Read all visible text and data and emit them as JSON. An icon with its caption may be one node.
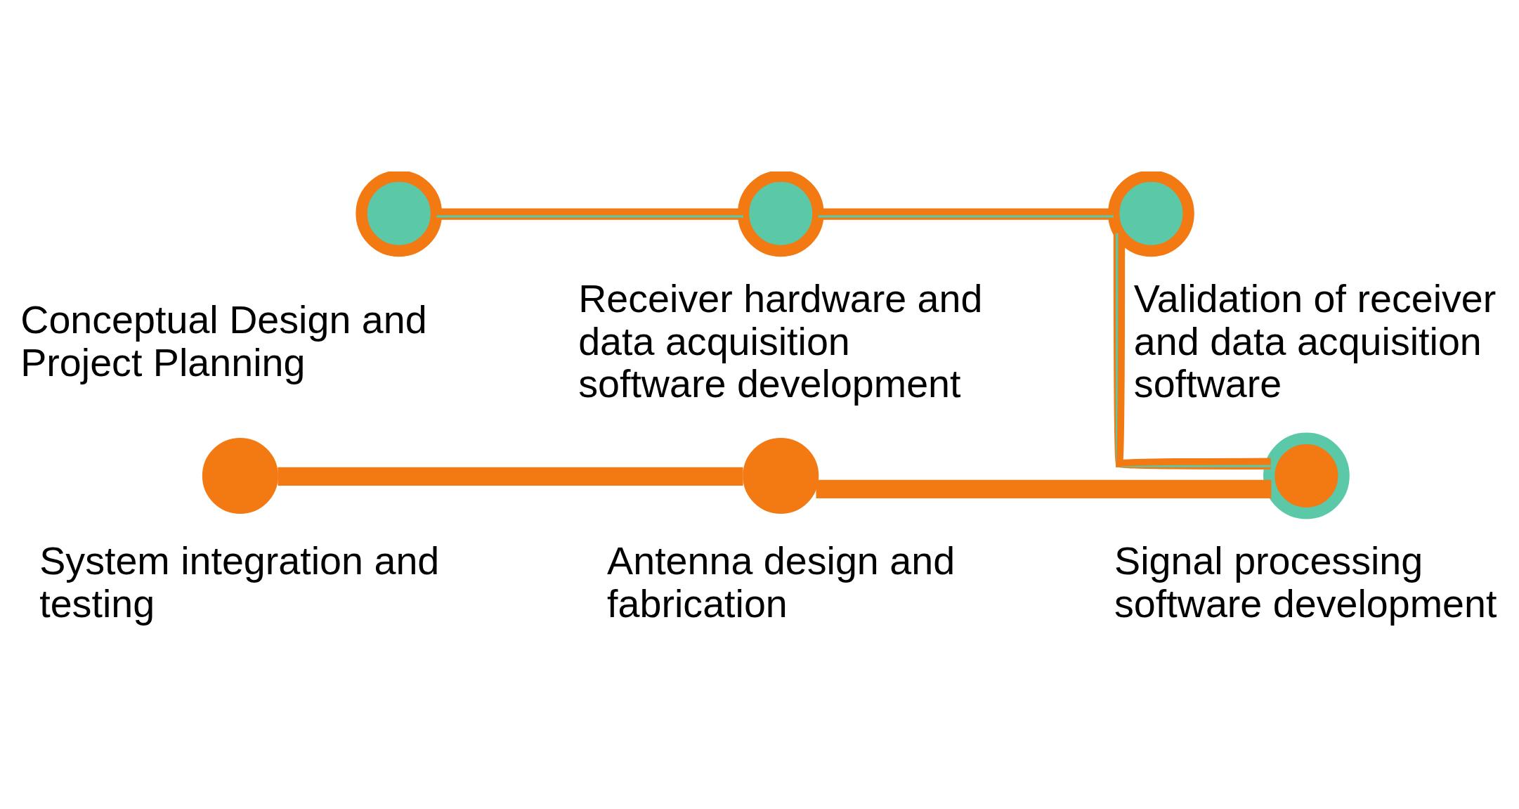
{
  "diagram": {
    "nodes": [
      {
        "text": [],
        "shape": "circle",
        "beside": [
          "Conceptual Design and Project Planning"
        ]
      },
      {
        "text": [],
        "shape": "circle",
        "beside": [
          "Receiver hardware and data acquisition software development"
        ]
      },
      {
        "text": [],
        "shape": "circle",
        "beside": [
          "Validation of receiver and data acquisition software"
        ]
      },
      {
        "text": [],
        "shape": "circle",
        "beside": [
          "System integration and testing"
        ]
      },
      {
        "text": [],
        "shape": "circle",
        "beside": [
          "Antenna design and fabrication"
        ]
      },
      {
        "text": [],
        "shape": "circle",
        "beside": [
          "Signal processing software development"
        ]
      }
    ],
    "edges": [
      {
        "from": 0,
        "to": 1,
        "arrow": "none"
      },
      {
        "from": 1,
        "to": 2,
        "arrow": "none"
      },
      {
        "from": 2,
        "to": 5,
        "arrow": "none"
      },
      {
        "from": 3,
        "to": 4,
        "arrow": "none",
        "color": "#f37912",
        "style": "thick"
      },
      {
        "from": 4,
        "to": 5,
        "arrow": "none",
        "color": "#f37912",
        "style": "thick"
      }
    ]
  }
}
